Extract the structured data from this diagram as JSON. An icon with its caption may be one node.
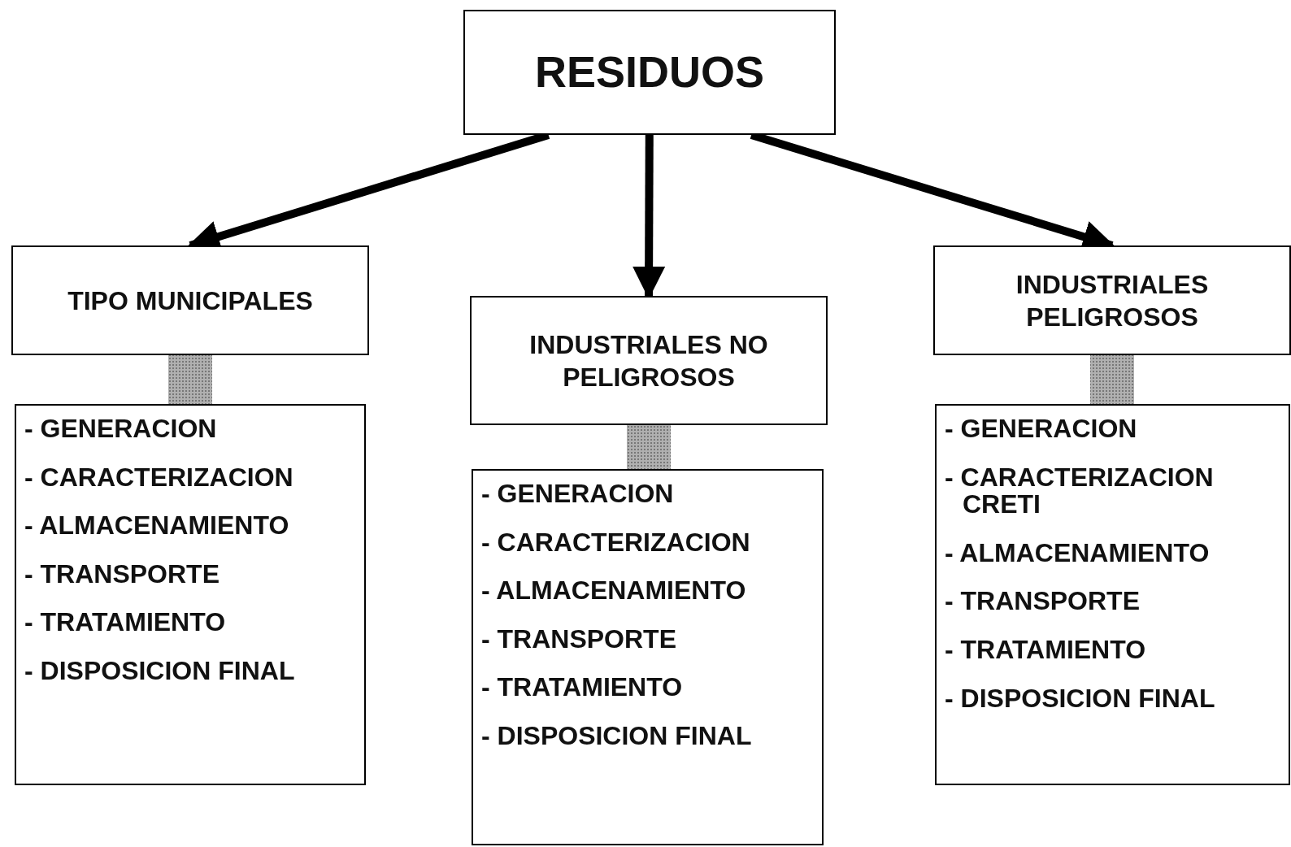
{
  "diagram": {
    "nodes": [
      {
        "text": [
          "RESIDUOS"
        ]
      },
      {
        "text": [
          "TIPO MUNICIPALES"
        ]
      },
      {
        "text": [
          "- GENERACION",
          "- CARACTERIZACION",
          "- ALMACENAMIENTO",
          "- TRANSPORTE",
          "- TRATAMIENTO",
          "- DISPOSICION FINAL"
        ]
      },
      {
        "text": [
          "INDUSTRIALES NO PELIGROSOS"
        ]
      },
      {
        "text": [
          "- GENERACION",
          "- CARACTERIZACION",
          "- ALMACENAMIENTO",
          "- TRANSPORTE",
          "- TRATAMIENTO",
          "- DISPOSICION FINAL"
        ]
      },
      {
        "text": [
          "INDUSTRIALES PELIGROSOS"
        ]
      },
      {
        "text": [
          "- GENERACION",
          "- CARACTERIZACION CRETI",
          "- ALMACENAMIENTO",
          "- TRANSPORTE",
          "- TRATAMIENTO",
          "- DISPOSICION FINAL"
        ]
      }
    ],
    "edges": [
      {
        "from": 0,
        "to": 1,
        "arrow": "to"
      },
      {
        "from": 0,
        "to": 3,
        "arrow": "to"
      },
      {
        "from": 0,
        "to": 5,
        "arrow": "to"
      },
      {
        "from": 1,
        "to": 2,
        "arrow": "none",
        "style": "thick",
        "color": "#b0b0b0"
      },
      {
        "from": 3,
        "to": 4,
        "arrow": "none",
        "style": "thick",
        "color": "#b0b0b0"
      },
      {
        "from": 5,
        "to": 6,
        "arrow": "none",
        "style": "thick",
        "color": "#b0b0b0"
      }
    ]
  }
}
